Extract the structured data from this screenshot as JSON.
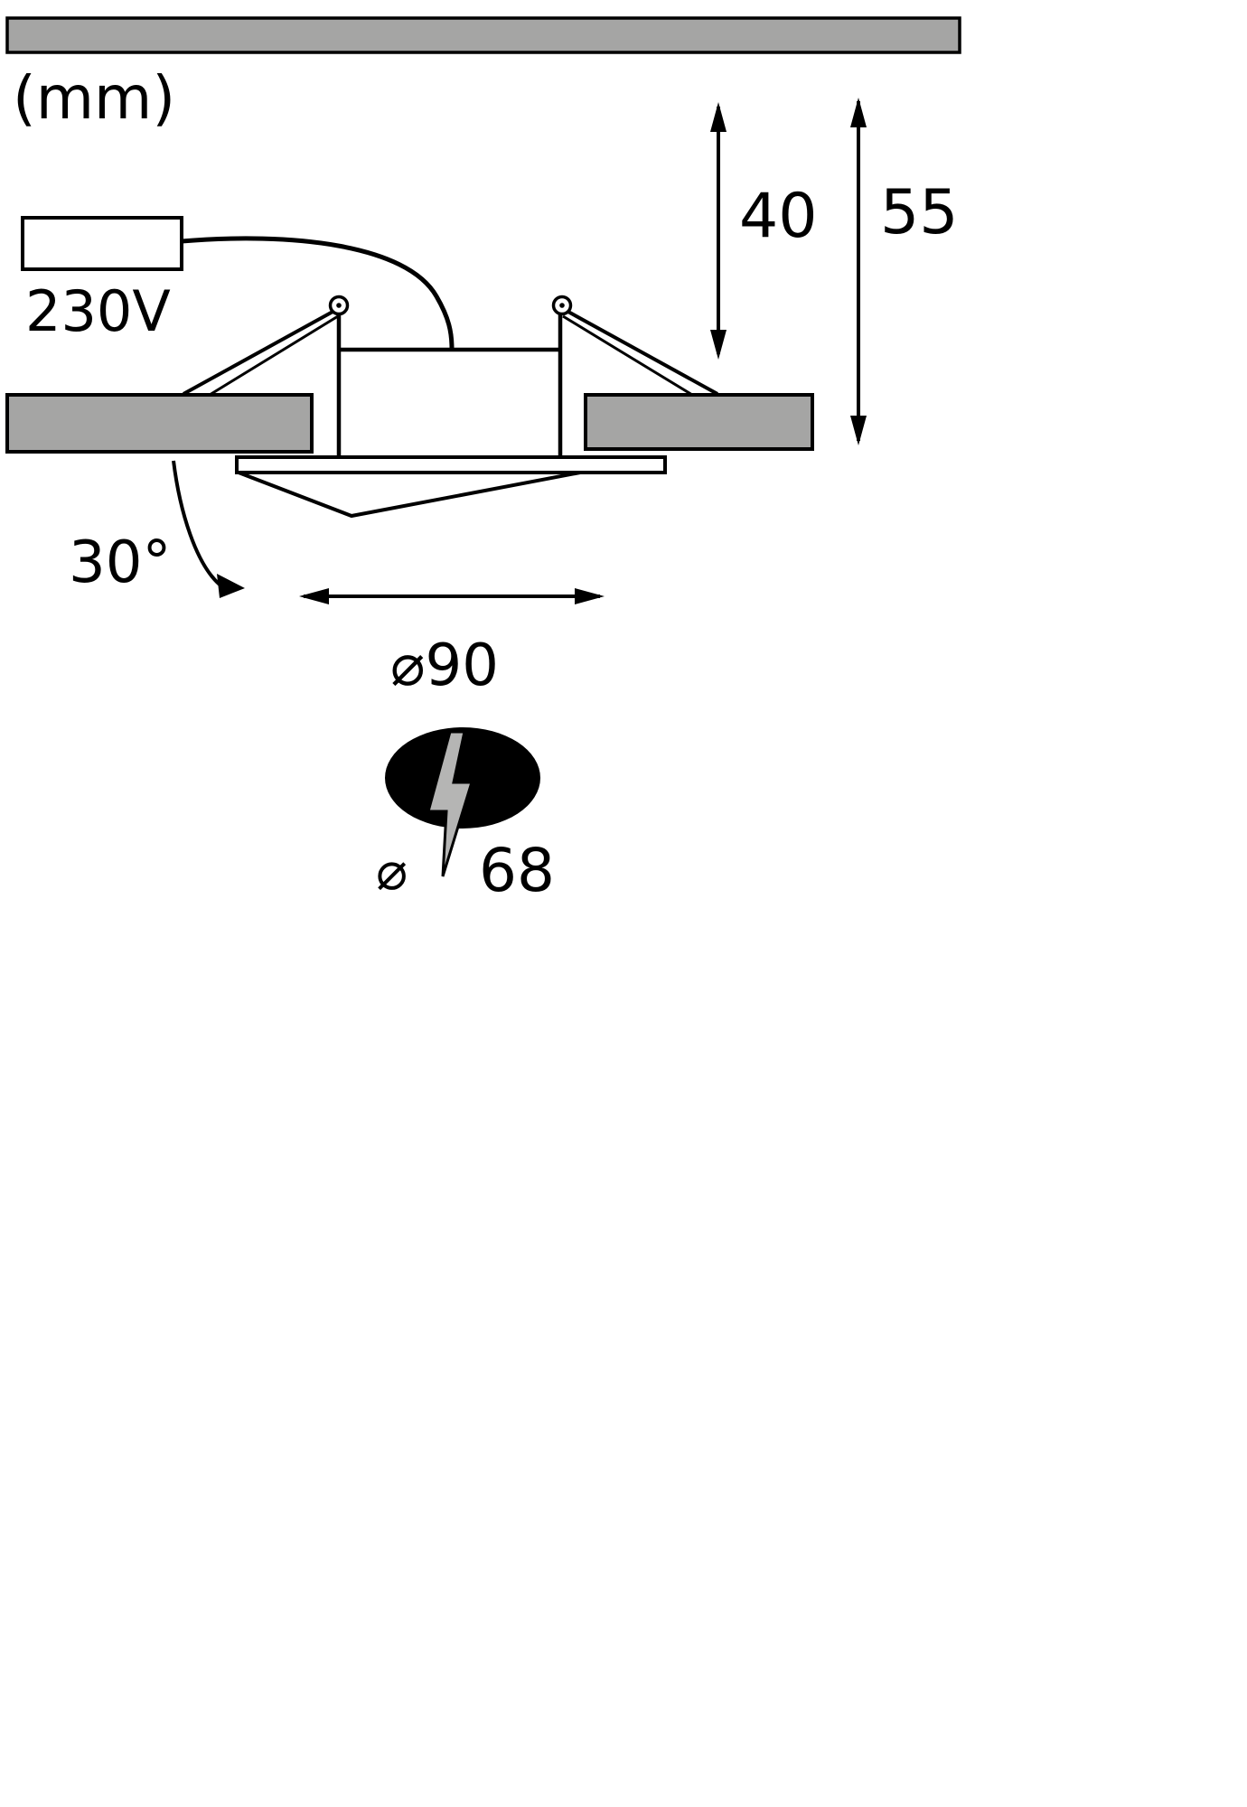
{
  "diagram": {
    "unit_label": "(mm)",
    "transformer_label": "230V",
    "dimensions": {
      "recess_depth": "40",
      "total_height": "55",
      "tilt_angle": "30°",
      "outer_diameter": "⌀90",
      "cutout_symbol": "⌀",
      "cutout_value": "68"
    },
    "icons": {
      "lightning_bolt": "⚡"
    },
    "colors": {
      "ceiling_gray": "#a5a5a4",
      "bolt_gray": "#b5b5b4",
      "cutout_fill": "#000000",
      "line": "#000000"
    }
  }
}
